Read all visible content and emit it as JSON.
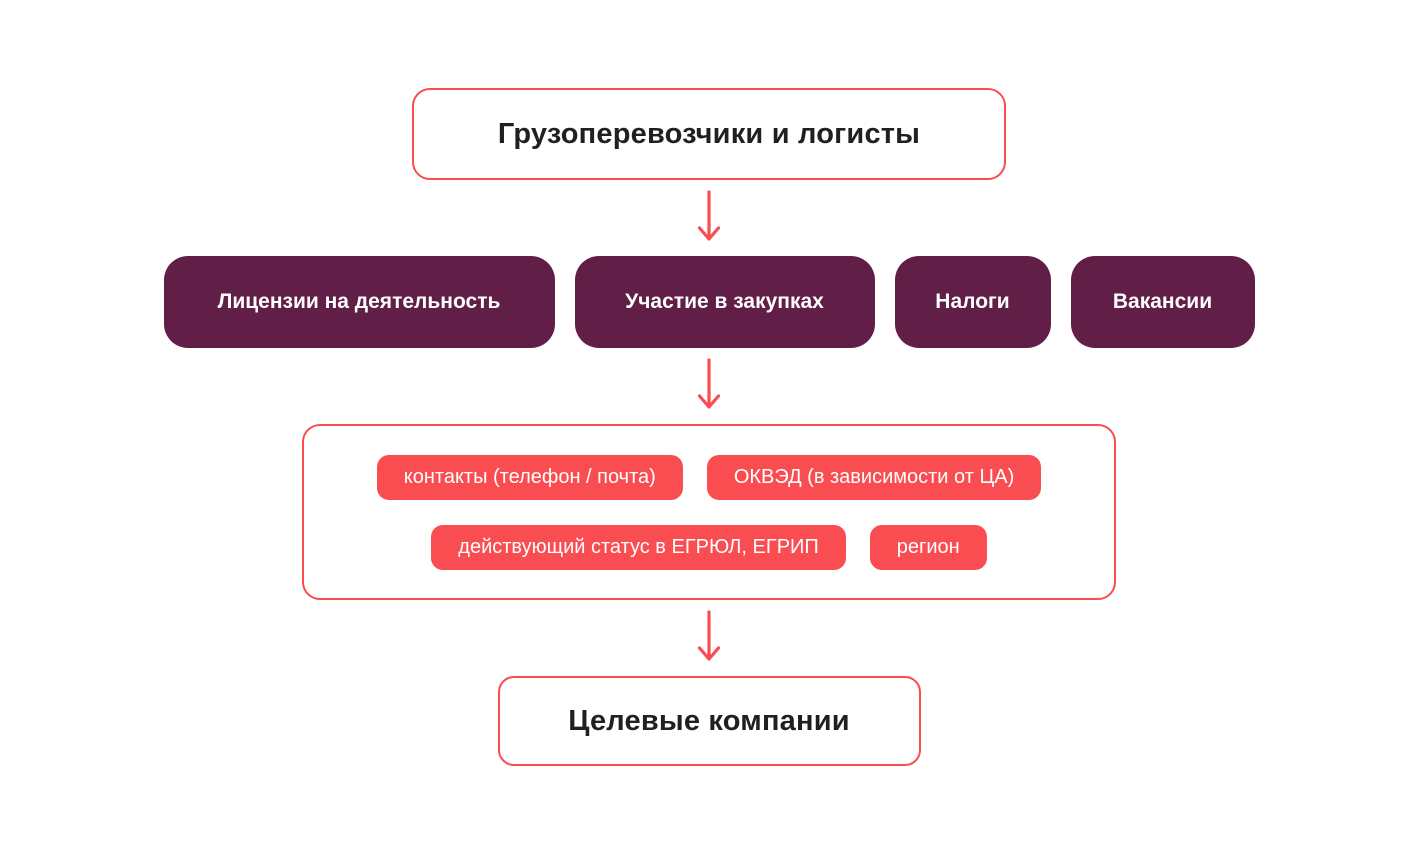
{
  "diagram": {
    "top_node": {
      "label": "Грузоперевозчики и логисты"
    },
    "criteria_nodes": [
      {
        "label": "Лицензии на деятельность"
      },
      {
        "label": "Участие в закупках"
      },
      {
        "label": "Налоги"
      },
      {
        "label": "Вакансии"
      }
    ],
    "filters_group": {
      "rows": [
        [
          {
            "label": "контакты (телефон / почта)"
          },
          {
            "label": "ОКВЭД (в зависимости от ЦА)"
          }
        ],
        [
          {
            "label": "действующий статус в ЕГРЮЛ, ЕГРИП"
          },
          {
            "label": "регион"
          }
        ]
      ]
    },
    "bottom_node": {
      "label": "Целевые компании"
    },
    "colors": {
      "accent": "#FA4D51",
      "node_purple": "#611E46",
      "text_dark": "#1F2022",
      "background": "#FFFFFF"
    }
  }
}
